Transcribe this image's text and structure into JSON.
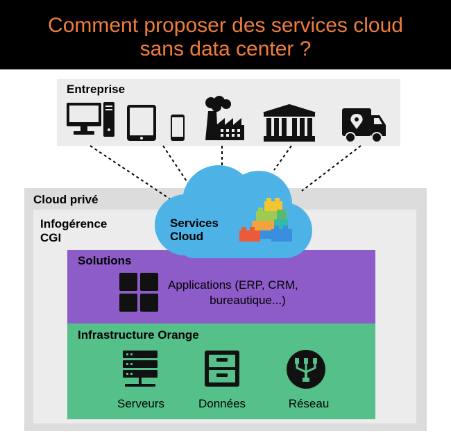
{
  "header": {
    "title_line1": "Comment proposer des services cloud",
    "title_line2": "sans data center ?",
    "title_color": "#ef7d3c",
    "background": "#000000"
  },
  "entreprise": {
    "label": "Entreprise",
    "icons": [
      "desktop-computer-icon",
      "tablet-icon",
      "smartphone-icon",
      "factory-icon",
      "bank-building-icon",
      "delivery-truck-icon"
    ]
  },
  "cloud_prive": {
    "label": "Cloud privé"
  },
  "infogerance": {
    "label_line1": "Infogérence",
    "label_line2": "CGI"
  },
  "services_cloud": {
    "label_line1": "Services",
    "label_line2": "Cloud",
    "cloud_color": "#4db3e6",
    "icon": "lego-bricks-icon"
  },
  "solutions": {
    "label": "Solutions",
    "color": "#8d5cc9",
    "apps_line1": "Applications (ERP, CRM,",
    "apps_line2": "bureautique...)",
    "icon": "apps-grid-icon"
  },
  "infrastructure": {
    "label": "Infrastructure Orange",
    "color": "#55c08a",
    "items": [
      {
        "label": "Serveurs",
        "icon": "server-icon"
      },
      {
        "label": "Données",
        "icon": "data-cabinet-icon"
      },
      {
        "label": "Réseau",
        "icon": "network-icon"
      }
    ]
  }
}
